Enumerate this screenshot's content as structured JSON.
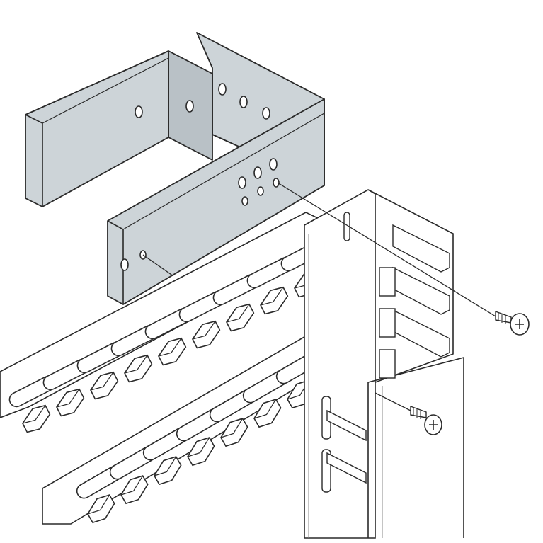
{
  "colors": {
    "background": "#ffffff",
    "bracket_fill": "#cdd4d8",
    "bracket_shade": "#b9c1c6",
    "outline": "#2a2a2a",
    "light_line": "#8a8a8a"
  },
  "parts": {
    "bracket": {
      "icon": "u-mounting-bracket"
    },
    "screws": [
      {
        "icon": "screw-icon"
      },
      {
        "icon": "screw-icon"
      }
    ],
    "rails": {
      "icon": "clip-rail"
    },
    "upright": {
      "icon": "vertical-profile"
    }
  }
}
